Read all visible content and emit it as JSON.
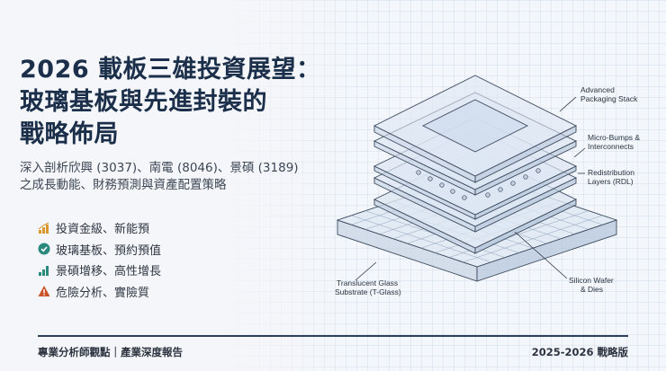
{
  "title_lines": [
    "2026 載板三雄投資展望：",
    "玻璃基板與先進封裝的",
    "戰略佈局"
  ],
  "subtitle_lines": [
    "深入剖析欣興 (3037)、南電 (8046)、景碩 (3189)",
    "之成長動能、財務預測與資產配置策略"
  ],
  "bullets": [
    {
      "icon": "bar-chart-icon",
      "color": "#d9962a",
      "text": "投資金級、新能預"
    },
    {
      "icon": "check-circle-icon",
      "color": "#2a8a7e",
      "text": "玻璃基板、預約預值"
    },
    {
      "icon": "signal-bars-icon",
      "color": "#2a8a7e",
      "text": "景碩增移、高性增長"
    },
    {
      "icon": "warning-icon",
      "color": "#c9542a",
      "text": "危險分析、實險質"
    }
  ],
  "footer": {
    "left": "專業分析師觀點｜產業深度報告",
    "right": "2025-2026 戰略版"
  },
  "diagram": {
    "labels": {
      "stack": [
        "Advanced",
        "Packaging Stack"
      ],
      "bumps": [
        "Micro-Bumps &",
        "Interconnects"
      ],
      "rdl": [
        "Redistribution",
        "Layers (RDL)"
      ],
      "glass": [
        "Translucent Glass",
        "Substrate (T-Glass)"
      ],
      "wafer": [
        "Silicon Wafer",
        "& Dies"
      ]
    }
  },
  "colors": {
    "title": "#1b2f4a",
    "rule": "#2c4058"
  }
}
